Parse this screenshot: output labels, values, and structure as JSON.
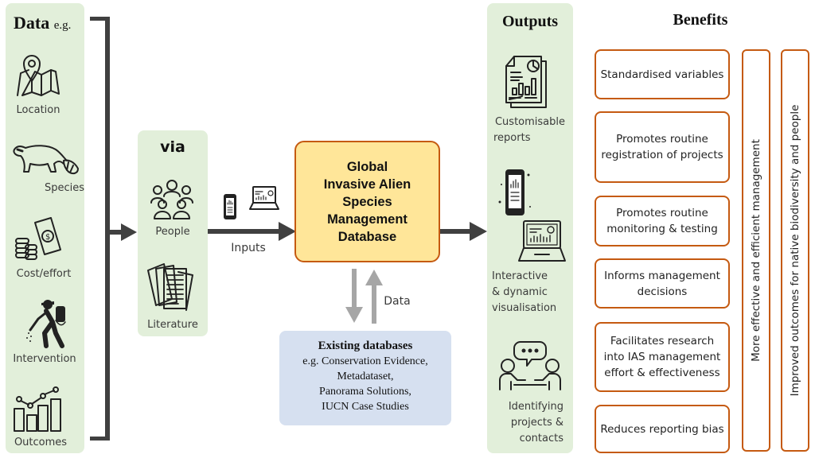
{
  "data_panel": {
    "title": "Data",
    "title_suffix": "e.g.",
    "items": [
      {
        "label": "Location",
        "icon": "map-pin-icon"
      },
      {
        "label": "Species",
        "icon": "raccoon-icon"
      },
      {
        "label": "Cost/effort",
        "icon": "money-coins-icon"
      },
      {
        "label": "Intervention",
        "icon": "sprayer-worker-icon"
      },
      {
        "label": "Outcomes",
        "icon": "bar-chart-trend-icon"
      }
    ]
  },
  "via_panel": {
    "title": "via",
    "items": [
      {
        "label": "People",
        "icon": "people-group-icon"
      },
      {
        "label": "Literature",
        "icon": "documents-icon"
      }
    ]
  },
  "inputs_label": "Inputs",
  "central_box": {
    "lines": [
      "Global",
      "Invasive Alien",
      "Species",
      "Management",
      "Database"
    ]
  },
  "data_flow_label": "Data",
  "existing_databases": {
    "title": "Existing databases",
    "lines": [
      "e.g. Conservation Evidence,",
      "Metadataset,",
      "Panorama Solutions,",
      "IUCN Case Studies"
    ]
  },
  "outputs_panel": {
    "title": "Outputs",
    "items": [
      {
        "label_lines": [
          "Customisable",
          "reports"
        ],
        "icon": "report-document-icon"
      },
      {
        "label_lines": [
          "Interactive",
          "& dynamic",
          "visualisation"
        ],
        "icon": "phone-laptop-dashboard-icon"
      },
      {
        "label_lines": [
          "Identifying",
          "projects &",
          "contacts"
        ],
        "icon": "conversation-people-icon"
      }
    ]
  },
  "benefits": {
    "title": "Benefits",
    "items": [
      "Standardised variables",
      "Promotes routine registration of projects",
      "Promotes routine monitoring & testing",
      "Informs management decisions",
      "Facilitates research into IAS management effort & effectiveness",
      "Reduces reporting bias"
    ],
    "outcome_bars": [
      "More effective and efficient management",
      "Improved outcomes for native biodiversity and people"
    ]
  },
  "colors": {
    "panel_green": "#e2efda",
    "central_fill": "#ffe699",
    "accent_orange": "#c55a11",
    "existing_blue": "#d6e0f0",
    "arrow_dark": "#404040",
    "arrow_grey": "#a6a6a6"
  }
}
